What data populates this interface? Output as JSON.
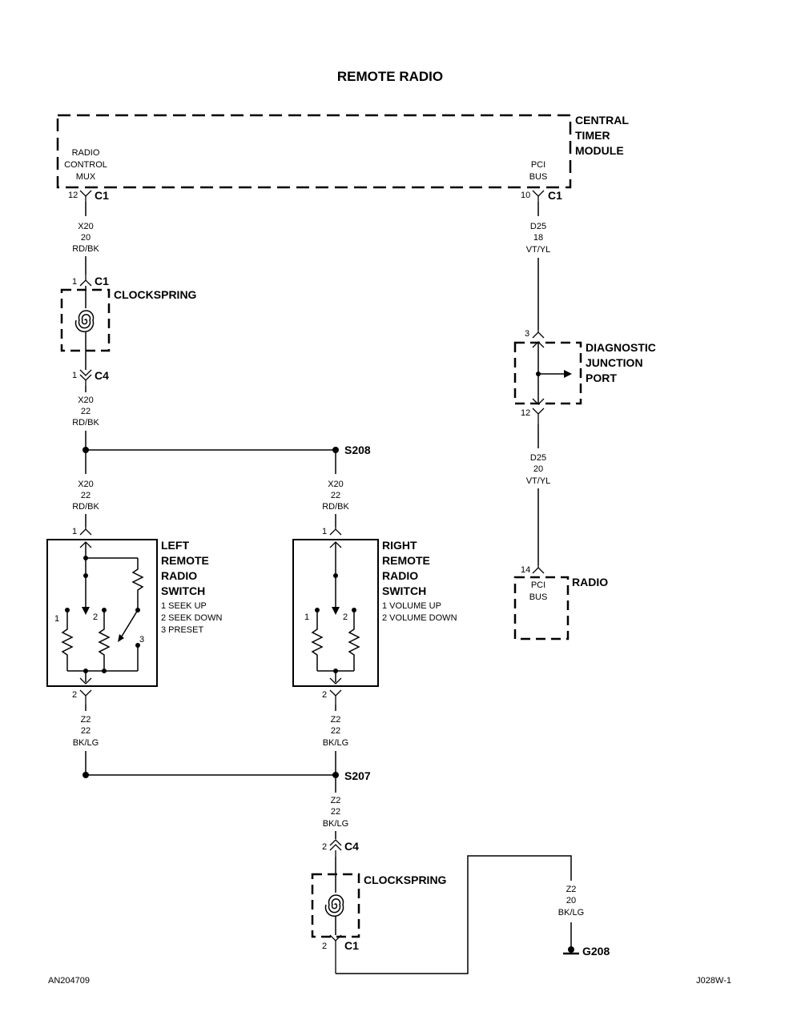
{
  "title": "REMOTE RADIO",
  "central_timer_module": {
    "name": [
      "CENTRAL",
      "TIMER",
      "MODULE"
    ],
    "pin_radio_label": [
      "RADIO",
      "CONTROL",
      "MUX"
    ],
    "pin_pci_label": [
      "PCI",
      "BUS"
    ]
  },
  "connectors": {
    "ctm_c1_pin12": {
      "pin": "12",
      "name": "C1"
    },
    "ctm_c1_pin10": {
      "pin": "10",
      "name": "C1"
    },
    "clockspring_top_c1": {
      "pin": "1",
      "name": "C1"
    },
    "clockspring_top_c4": {
      "pin": "1",
      "name": "C4"
    },
    "djp_pin3": {
      "pin": "3"
    },
    "djp_pin12": {
      "pin": "12"
    },
    "radio_pin14": {
      "pin": "14"
    },
    "left_switch_pin1": {
      "pin": "1"
    },
    "left_switch_pin2": {
      "pin": "2"
    },
    "right_switch_pin1": {
      "pin": "1"
    },
    "right_switch_pin2": {
      "pin": "2"
    },
    "clockspring_bottom_c4": {
      "pin": "2",
      "name": "C4"
    },
    "clockspring_bottom_c1": {
      "pin": "2",
      "name": "C1"
    }
  },
  "wires": {
    "x20_20": [
      "X20",
      "20",
      "RD/BK"
    ],
    "x20_22_a": [
      "X20",
      "22",
      "RD/BK"
    ],
    "x20_22_b": [
      "X20",
      "22",
      "RD/BK"
    ],
    "x20_22_c": [
      "X20",
      "22",
      "RD/BK"
    ],
    "d25_18": [
      "D25",
      "18",
      "VT/YL"
    ],
    "d25_20": [
      "D25",
      "20",
      "VT/YL"
    ],
    "z2_22_a": [
      "Z2",
      "22",
      "BK/LG"
    ],
    "z2_22_b": [
      "Z2",
      "22",
      "BK/LG"
    ],
    "z2_22_c": [
      "Z2",
      "22",
      "BK/LG"
    ],
    "z2_20": [
      "Z2",
      "20",
      "BK/LG"
    ]
  },
  "splices": {
    "s208": "S208",
    "s207": "S207"
  },
  "clockspring_label": "CLOCKSPRING",
  "diagnostic_junction_port": [
    "DIAGNOSTIC",
    "JUNCTION",
    "PORT"
  ],
  "radio": {
    "name": "RADIO",
    "pin_label": [
      "PCI",
      "BUS"
    ]
  },
  "left_switch": {
    "name": [
      "LEFT",
      "REMOTE",
      "RADIO",
      "SWITCH"
    ],
    "functions": [
      "1 SEEK UP",
      "2 SEEK DOWN",
      "3 PRESET"
    ],
    "contacts": [
      "1",
      "2",
      "3"
    ]
  },
  "right_switch": {
    "name": [
      "RIGHT",
      "REMOTE",
      "RADIO",
      "SWITCH"
    ],
    "functions": [
      "1 VOLUME UP",
      "2 VOLUME DOWN"
    ],
    "contacts": [
      "1",
      "2"
    ]
  },
  "ground": "G208",
  "footer": {
    "left": "AN204709",
    "right": "J028W-1"
  }
}
